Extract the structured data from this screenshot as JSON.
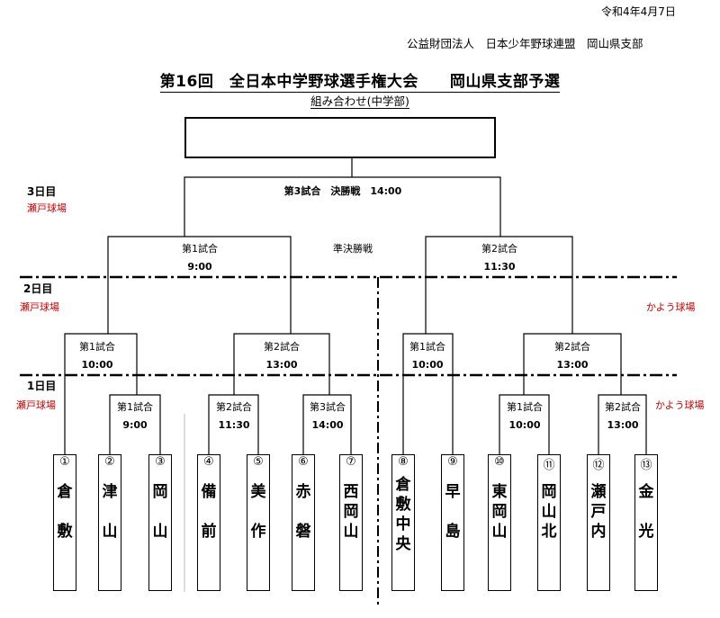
{
  "header": {
    "date": "令和4年4月7日",
    "organization": "公益財団法人　日本少年野球連盟　岡山県支部",
    "title": "第16回　全日本中学野球選手権大会　　岡山県支部予選",
    "subtitle": "組み合わせ(中学部)"
  },
  "days": [
    {
      "label": "3日目",
      "venue": "瀬戸球場"
    },
    {
      "label": "2日目",
      "venue": "瀬戸球場",
      "venue_right": "かよう球場"
    },
    {
      "label": "1日目",
      "venue": "瀬戸球場",
      "venue_right": "かよう球場"
    }
  ],
  "final": {
    "label": "第3試合　決勝戦　14:00"
  },
  "semifinal_label": "準決勝戦",
  "semifinals": [
    {
      "game": "第1試合",
      "time": "9:00"
    },
    {
      "game": "第2試合",
      "time": "11:30"
    }
  ],
  "day2_matches": [
    {
      "game": "第1試合",
      "time": "10:00"
    },
    {
      "game": "第2試合",
      "time": "13:00"
    },
    {
      "game": "第1試合",
      "time": "10:00"
    },
    {
      "game": "第2試合",
      "time": "13:00"
    }
  ],
  "day1_matches": [
    {
      "game": "第1試合",
      "time": "9:00"
    },
    {
      "game": "第2試合",
      "time": "11:30"
    },
    {
      "game": "第3試合",
      "time": "14:00"
    },
    {
      "game": "第1試合",
      "time": "10:00"
    },
    {
      "game": "第2試合",
      "time": "13:00"
    }
  ],
  "teams": [
    {
      "num": "①",
      "name": "倉\n\n敷"
    },
    {
      "num": "②",
      "name": "津\n\n山"
    },
    {
      "num": "③",
      "name": "岡\n\n山"
    },
    {
      "num": "④",
      "name": "備\n\n前"
    },
    {
      "num": "⑤",
      "name": "美\n\n作"
    },
    {
      "num": "⑥",
      "name": "赤\n\n磐"
    },
    {
      "num": "⑦",
      "name": "西\n岡\n山"
    },
    {
      "num": "⑧",
      "name": "倉\n敷\n中\n央"
    },
    {
      "num": "⑨",
      "name": "早\n\n島"
    },
    {
      "num": "⑩",
      "name": "東\n岡\n山"
    },
    {
      "num": "⑪",
      "name": "岡\n山\n北"
    },
    {
      "num": "⑫",
      "name": "瀬\n戸\n内"
    },
    {
      "num": "⑬",
      "name": "金\n\n光"
    }
  ]
}
